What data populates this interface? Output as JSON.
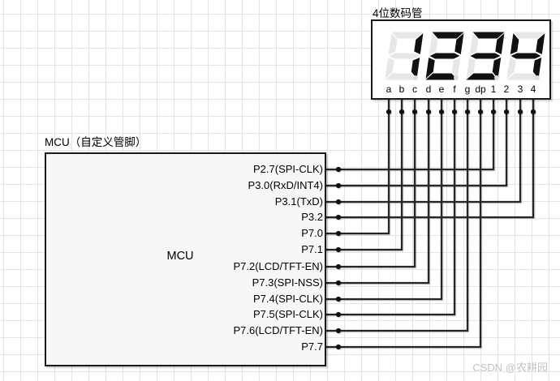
{
  "display": {
    "title": "4位数码管",
    "value": "1234",
    "pin_labels": [
      "a",
      "b",
      "c",
      "d",
      "e",
      "f",
      "g",
      "dp",
      "1",
      "2",
      "3",
      "4"
    ]
  },
  "mcu": {
    "title": "MCU（自定义管脚）",
    "label": "MCU",
    "pins": [
      "P2.7(SPI-CLK)",
      "P3.0(RxD/INT4)",
      "P3.1(TxD)",
      "P3.2",
      "P7.0",
      "P7.1",
      "P7.2(LCD/TFT-EN)",
      "P7.3(SPI-NSS)",
      "P7.4(SPI-CLK)",
      "P7.5(SPI-CLK)",
      "P7.6(LCD/TFT-EN)",
      "P7.7"
    ]
  },
  "connections": [
    {
      "from": "P2.7(SPI-CLK)",
      "to": "1"
    },
    {
      "from": "P3.0(RxD/INT4)",
      "to": "2"
    },
    {
      "from": "P3.1(TxD)",
      "to": "3"
    },
    {
      "from": "P3.2",
      "to": "4"
    },
    {
      "from": "P7.0",
      "to": "a"
    },
    {
      "from": "P7.1",
      "to": "b"
    },
    {
      "from": "P7.2(LCD/TFT-EN)",
      "to": "c"
    },
    {
      "from": "P7.3(SPI-NSS)",
      "to": "d"
    },
    {
      "from": "P7.4(SPI-CLK)",
      "to": "e"
    },
    {
      "from": "P7.5(SPI-CLK)",
      "to": "f"
    },
    {
      "from": "P7.6(LCD/TFT-EN)",
      "to": "g"
    },
    {
      "from": "P7.7",
      "to": "dp"
    }
  ],
  "watermark": "CSDN @农耕园",
  "colors": {
    "wire": "#262626",
    "junction_dot": "#111111",
    "segment_on": "#111111",
    "segment_off": "#e7e7e7",
    "decimal_point_off": "#dcdcdc",
    "grid": "#e4e4e4",
    "box_border": "#1a1a1a",
    "mcu_fill": "#f7f7f7",
    "display_fill": "#ffffff",
    "watermark": "#c2c2c2"
  }
}
